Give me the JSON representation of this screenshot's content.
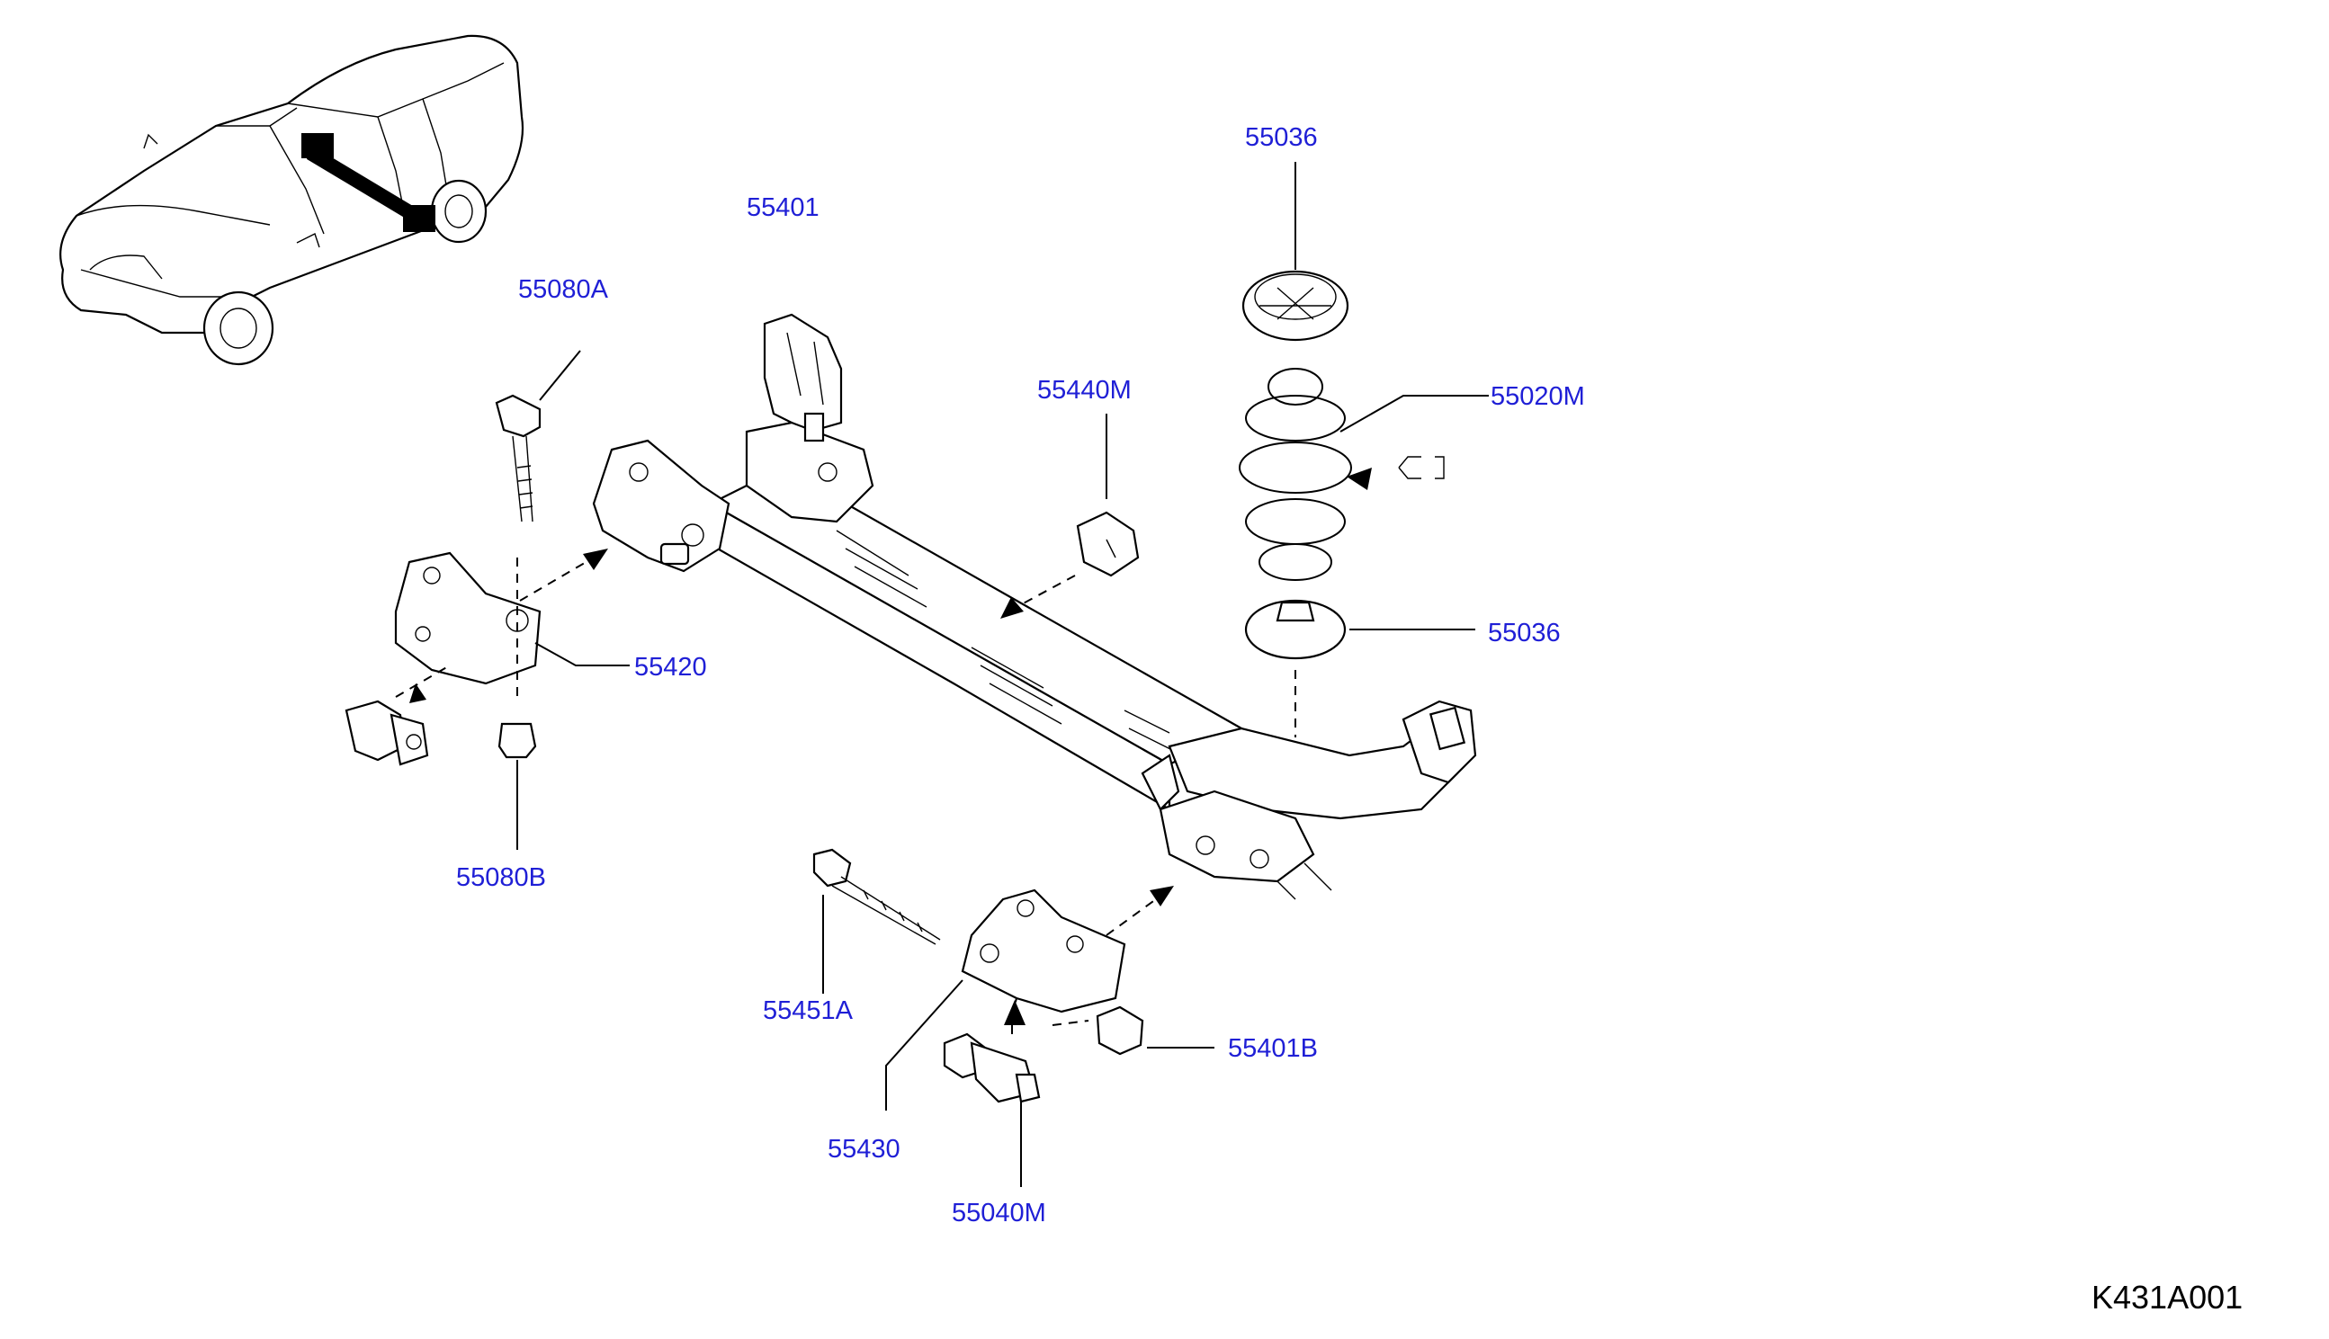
{
  "diagram": {
    "labels": {
      "p55036_top": "55036",
      "p55401": "55401",
      "p55080A": "55080A",
      "p55440M": "55440M",
      "p55020M": "55020M",
      "p55036_bottom": "55036",
      "p55420": "55420",
      "p55080B": "55080B",
      "p55451A": "55451A",
      "p55401B": "55401B",
      "p55430": "55430",
      "p55040M": "55040M"
    },
    "reference_code": "K431A001",
    "label_color": "#1f1fd6"
  }
}
